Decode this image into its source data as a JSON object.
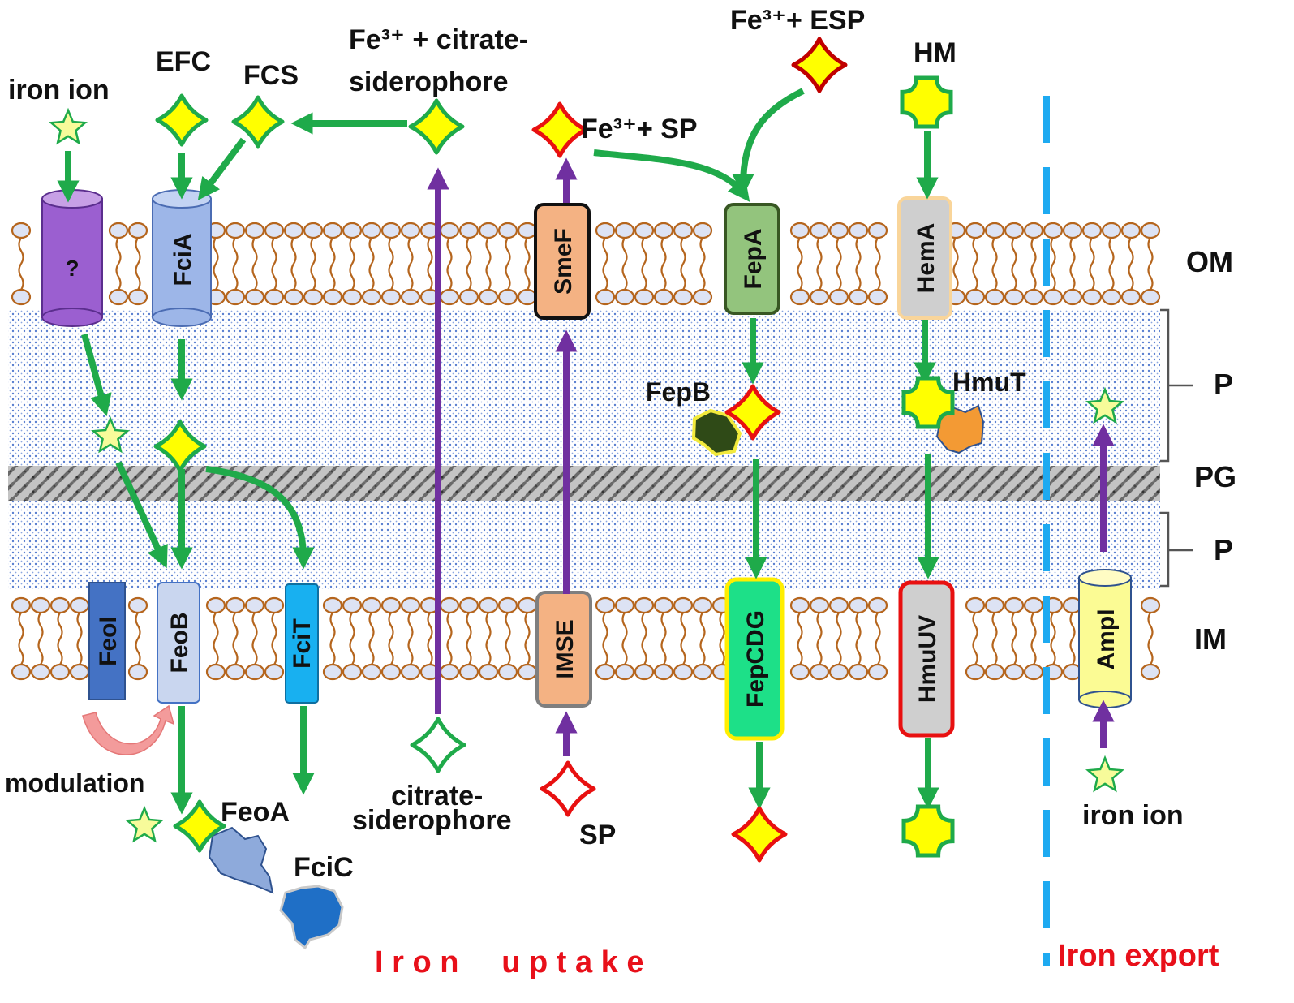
{
  "layers": {
    "om": "OM",
    "p_upper": "P",
    "pg": "PG",
    "p_lower": "P",
    "im": "IM"
  },
  "molecules": {
    "iron_ion_top": "iron ion",
    "efc": "EFC",
    "fcs": "FCS",
    "fe_citrate_siderophore_line1": "Fe³⁺ + citrate-",
    "fe_citrate_siderophore_line2": "siderophore",
    "fe_esp": "Fe³⁺+ ESP",
    "fe_sp": "Fe³⁺+ SP",
    "hm": "HM",
    "citrate_siderophore_line1": "citrate-",
    "citrate_siderophore_line2": "siderophore",
    "sp": "SP",
    "iron_ion_bottom": "iron ion",
    "modulation": "modulation"
  },
  "proteins": {
    "unknown": "?",
    "fcia": "FciA",
    "smef": "SmeF",
    "fepa": "FepA",
    "hema": "HemA",
    "fepb": "FepB",
    "hmut": "HmuT",
    "feoi": "FeoI",
    "feob": "FeoB",
    "fcit": "FciT",
    "imse": "IMSE",
    "fepcdg": "FepCDG",
    "hmuuv": "HmuUV",
    "ampi": "AmpI",
    "feoa": "FeoA",
    "fcic": "FciC"
  },
  "regions": {
    "uptake": "I r o n     u p t a k e",
    "export": "Iron export"
  },
  "colors": {
    "membrane": "#b5651d",
    "head": "#dde3f4",
    "uptake_arrow": "#1faa4a",
    "efflux_arrow": "#7030a0",
    "title_red": "#e8101a",
    "divider": "#1eaaf1"
  }
}
